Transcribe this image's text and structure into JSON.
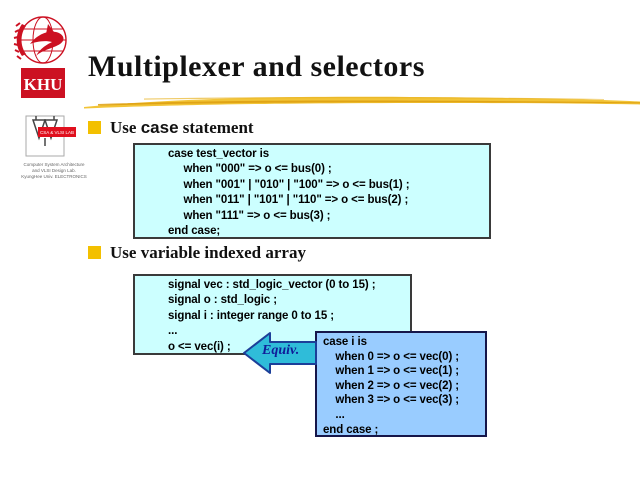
{
  "title": "Multiplexer and selectors",
  "logo": {
    "text": "KHU"
  },
  "lab_logo": {
    "badge": "CSA & VLSI LAB",
    "lines": [
      "Computer System Architecture",
      "and VLSI Design Lab.",
      "KyungHee Univ. ELECTRONICS"
    ]
  },
  "bullets": [
    {
      "prefix": "Use ",
      "keyword": "case",
      "suffix": " statement"
    },
    {
      "text": "Use variable indexed array"
    }
  ],
  "code_boxes": [
    {
      "id": "case-statement",
      "lines": [
        "case test_vector is",
        "     when \"000\" => o <= bus(0) ;",
        "     when \"001\" | \"010\" | \"100\" => o <= bus(1) ;",
        "     when \"011\" | \"101\" | \"110\" => o <= bus(2) ;",
        "     when \"111\" => o <= bus(3) ;",
        "end case;"
      ]
    },
    {
      "id": "signal-declarations",
      "lines": [
        "signal vec : std_logic_vector (0 to 15) ;",
        "signal o : std_logic ;",
        "signal i : integer range 0 to 15 ;",
        "...",
        "o <= vec(i) ;"
      ]
    },
    {
      "id": "case-indexed",
      "lines": [
        "case i is",
        "    when 0 => o <= vec(0) ;",
        "    when 1 => o <= vec(1) ;",
        "    when 2 => o <= vec(2) ;",
        "    when 3 => o <= vec(3) ;",
        "    ...",
        "end case ;"
      ]
    }
  ],
  "arrow": {
    "label": "Equiv."
  },
  "colors": {
    "bullet_gold": "#f3c000",
    "swoosh_gold": "#f2c437",
    "swoosh_streak": "#dd9f10",
    "code_box_light": "#ccffff",
    "code_box_blue": "#99ccff",
    "arrow_fill": "#2fbcd9",
    "arrow_border": "#1c3f99",
    "khu_red": "#cc1122",
    "title_text": "#111111"
  }
}
